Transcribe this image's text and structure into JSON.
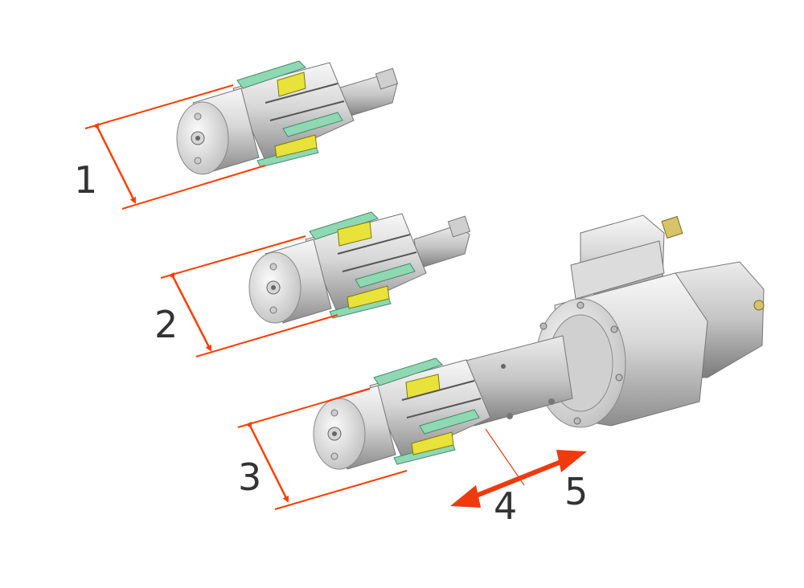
{
  "labels": {
    "one": "1",
    "two": "2",
    "three": "3",
    "four": "4",
    "five": "5"
  },
  "colors": {
    "dimension_line": "#ff3d00",
    "arrow": "#ee3a0c",
    "metal_light": "#eeeeee",
    "metal_mid": "#bcbcbc",
    "metal_dark": "#7a7a7a",
    "green_blade": "#8fd8b4",
    "yellow_pad": "#e8e23a"
  }
}
